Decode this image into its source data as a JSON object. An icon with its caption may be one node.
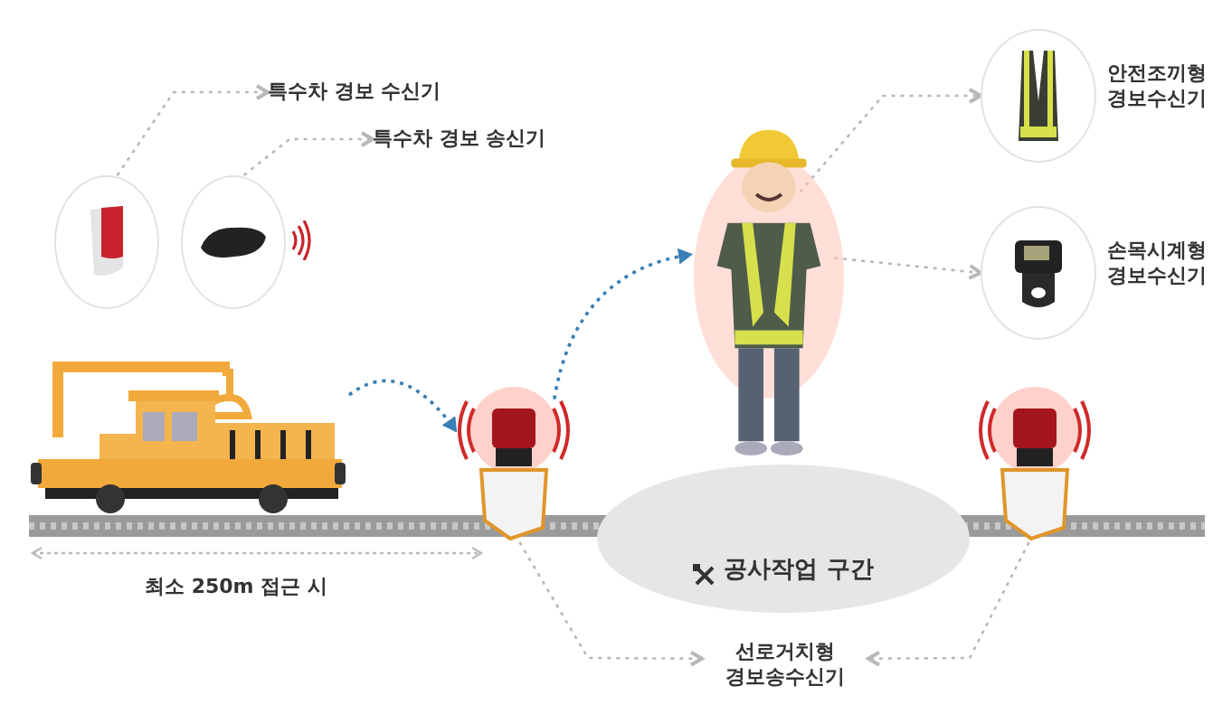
{
  "diagram": {
    "nodes": [
      {
        "text": [
          "특수차 경보 수신기"
        ]
      },
      {
        "text": [
          "특수차 경보 송신기"
        ]
      },
      {
        "text": [],
        "shape": "picture"
      },
      {
        "text": [],
        "shape": "picture"
      },
      {
        "text": [],
        "shape": "picture"
      },
      {
        "text": [],
        "shape": "picture"
      },
      {
        "text": [],
        "shape": "picture"
      },
      {
        "text": [],
        "shape": "picture",
        "beside": [
          "안전조끼형 경보수신기"
        ]
      },
      {
        "text": [],
        "shape": "picture",
        "beside": [
          "손목시계형 경보수신기"
        ]
      },
      {
        "text": [],
        "shape": "picture"
      },
      {
        "text": [
          "선로거치형 경보송수신기"
        ]
      },
      {
        "text": [
          "공사작업 구간"
        ]
      }
    ],
    "edges": [
      {
        "from": 2,
        "to": 0,
        "arrow": "to",
        "style": "dashed"
      },
      {
        "from": 3,
        "to": 1,
        "arrow": "to",
        "style": "dashed"
      },
      {
        "from": 4,
        "to": 5,
        "arrow": "to",
        "style": "dashed",
        "color": "#3a7fb5"
      },
      {
        "from": 5,
        "to": 6,
        "arrow": "to",
        "style": "dashed",
        "color": "#3a7fb5"
      },
      {
        "from": 6,
        "to": 7,
        "arrow": "to",
        "style": "dashed"
      },
      {
        "from": 6,
        "to": 8,
        "arrow": "to",
        "style": "dashed"
      },
      {
        "from": 5,
        "to": 10,
        "arrow": "to",
        "style": "dashed"
      },
      {
        "from": 9,
        "to": 10,
        "arrow": "to",
        "style": "dashed"
      }
    ],
    "labels": [
      "최소 250m 접근 시"
    ]
  }
}
